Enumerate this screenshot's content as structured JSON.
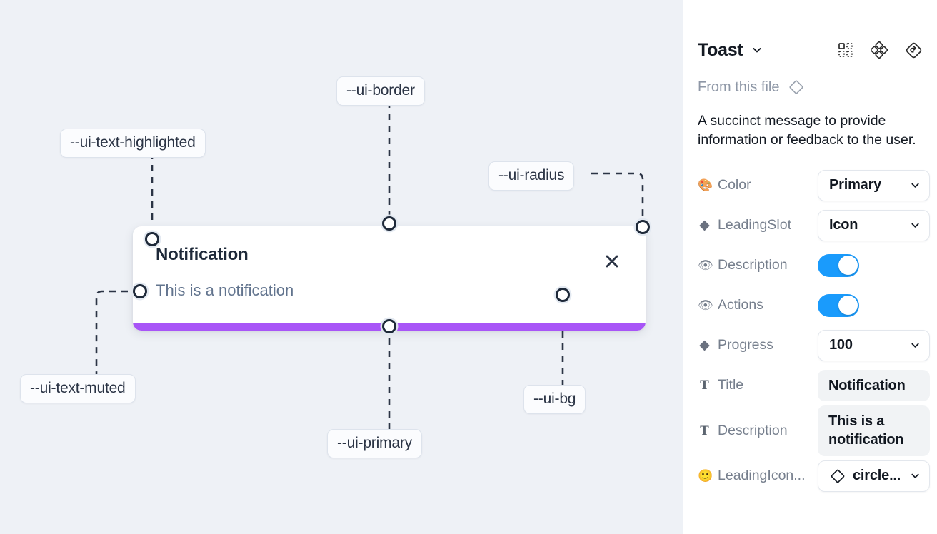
{
  "canvas": {
    "background_color": "#eef1f6",
    "toast": {
      "title": "Notification",
      "description": "This is a notification",
      "close_icon": "close-x-icon",
      "progress_color": "#a855f7",
      "background_color": "#ffffff"
    },
    "annotations": [
      {
        "id": "ui-text-highlighted",
        "label": "--ui-text-highlighted"
      },
      {
        "id": "ui-border",
        "label": "--ui-border"
      },
      {
        "id": "ui-radius",
        "label": "--ui-radius"
      },
      {
        "id": "ui-text-muted",
        "label": "--ui-text-muted"
      },
      {
        "id": "ui-primary",
        "label": "--ui-primary"
      },
      {
        "id": "ui-bg",
        "label": "--ui-bg"
      }
    ]
  },
  "panel": {
    "title": "Toast",
    "title_caret_icon": "chevron-down-icon",
    "header_icons": [
      {
        "name": "component-variants-icon"
      },
      {
        "name": "component-set-icon"
      },
      {
        "name": "reset-instance-icon"
      }
    ],
    "from_file": {
      "label": "From this file",
      "icon": "diamond-component-icon"
    },
    "summary": "A succinct message to provide information or feedback to the user.",
    "toggle_on_color": "#1a9bfc",
    "properties": [
      {
        "icon": "palette-emoji",
        "glyph": "🎨",
        "label": "Color",
        "type": "select",
        "value": "Primary"
      },
      {
        "icon": "diamond-icon",
        "glyph": "◆",
        "label": "LeadingSlot",
        "type": "select",
        "value": "Icon"
      },
      {
        "icon": "eye-emoji",
        "glyph": "👁",
        "label": "Description",
        "type": "toggle",
        "value": "on"
      },
      {
        "icon": "eye-emoji",
        "glyph": "👁",
        "label": "Actions",
        "type": "toggle",
        "value": "on"
      },
      {
        "icon": "diamond-icon",
        "glyph": "◆",
        "label": "Progress",
        "type": "select",
        "value": "100"
      },
      {
        "icon": "text-t-icon",
        "glyph": "T",
        "label": "Title",
        "type": "text",
        "value": "Notification"
      },
      {
        "icon": "text-t-icon",
        "glyph": "T",
        "label": "Description",
        "type": "text",
        "value": "This is a notification"
      },
      {
        "icon": "smiley-emoji",
        "glyph": "🙂",
        "label": "LeadingIcon...",
        "type": "icon-select",
        "value": "circle..."
      }
    ]
  }
}
